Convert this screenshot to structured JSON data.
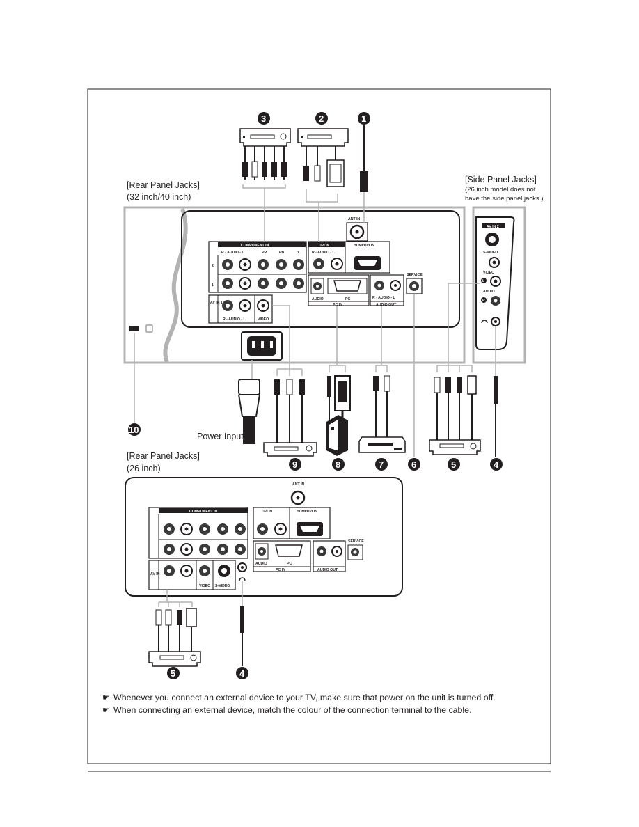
{
  "rear_panel_large": {
    "heading": "[Rear Panel Jacks]",
    "subheading": "(32 inch/40 inch)",
    "ant_in": "ANT IN",
    "component_in": "COMPONENT IN",
    "audio_rl": "R - AUDIO - L",
    "pr": "PR",
    "pb": "PB",
    "y": "Y",
    "row2": "2",
    "row1": "1",
    "dvi_in": "DVI IN",
    "hdmi_dvi_in": "HDMI/DVI IN",
    "service": "SERVICE",
    "audio": "AUDIO",
    "pc": "PC",
    "pc_in": "PC IN",
    "audio_out": "AUDIO OUT",
    "av_in": "AV IN 1",
    "video": "VIDEO",
    "power_input": "Power Input"
  },
  "side_panel": {
    "heading": "[Side Panel Jacks]",
    "note_line1": "(26 inch model does not",
    "note_line2": "have the side panel jacks.)",
    "av_in2": "AV IN 2",
    "s_video": "S-VIDEO",
    "video": "VIDEO",
    "audio": "AUDIO",
    "l": "L",
    "r": "R"
  },
  "rear_panel_small": {
    "heading": "[Rear Panel Jacks]",
    "subheading": "(26 inch)",
    "ant_in": "ANT IN",
    "component_in": "COMPONENT IN",
    "dvi_in": "DVI IN",
    "hdmi_dvi_in": "HDMI/DVI IN",
    "service": "SERVICE",
    "audio": "AUDIO",
    "pc": "PC",
    "pc_in": "PC IN",
    "audio_out": "AUDIO OUT",
    "av_in": "AV IN",
    "video": "VIDEO",
    "s_video": "S-VIDEO"
  },
  "callouts": [
    "1",
    "2",
    "3",
    "4",
    "5",
    "6",
    "7",
    "8",
    "9",
    "10"
  ],
  "notes": [
    "Whenever you connect an external device to your TV, make sure that power on the unit is turned off.",
    "When connecting an external device, match the colour of the connection terminal to the cable."
  ],
  "colors": {
    "ink": "#231f20",
    "panel_gray": "#b3b3b3",
    "jack_dark": "#3a3a3a"
  }
}
